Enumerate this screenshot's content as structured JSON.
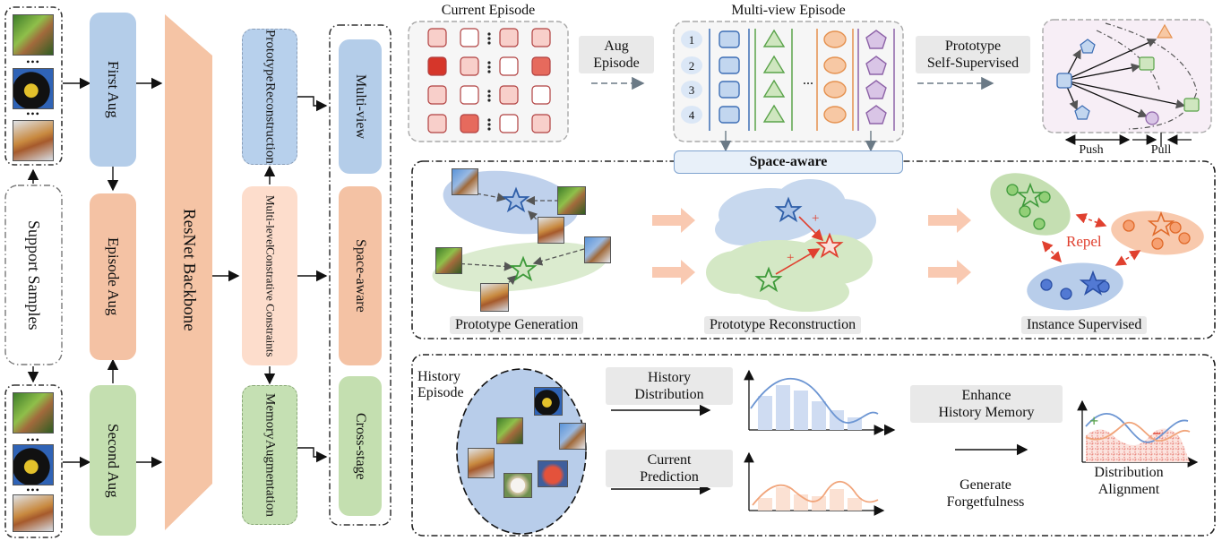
{
  "left": {
    "support_samples": "Support Samples",
    "first_aug": "First  Aug",
    "episode_aug": "Episode Aug",
    "second_aug": "Second  Aug",
    "backbone": "ResNet   Backbone",
    "prototype_reconstruction": [
      "Prototype",
      "Reconstruction"
    ],
    "multilevel": [
      "Multi-level",
      "Constrative Constraints"
    ],
    "memory_augmentation": [
      "Memory",
      "Augmentation"
    ],
    "stages": [
      "Multi-view",
      "Space-aware",
      "Cross-stage"
    ],
    "dots": "•••"
  },
  "top": {
    "current_episode": "Current Episode",
    "aug_episode": [
      "Aug",
      "Episode"
    ],
    "multiview_episode": "Multi-view Episode",
    "row_numbers": [
      "1",
      "2",
      "3",
      "4"
    ],
    "ellipsis": "...",
    "prototype_ss": [
      "Prototype",
      "Self-Supervised"
    ],
    "push": "Push",
    "pull": "Pull",
    "space_aware": "Space-aware"
  },
  "middle": {
    "prototype_generation": "Prototype Generation",
    "prototype_reconstruction": "Prototype Reconstruction",
    "instance_supervised": "Instance Supervised",
    "repel": "Repel",
    "plus": "+"
  },
  "bottom": {
    "history_episode": [
      "History",
      "Episode"
    ],
    "history_distribution": [
      "History",
      "Distribution"
    ],
    "current_prediction": [
      "Current",
      "Prediction"
    ],
    "enhance_history_memory": [
      "Enhance",
      "History Memory"
    ],
    "generate_forgetfulness": [
      "Generate",
      "Forgetfulness"
    ],
    "distribution_alignment": [
      "Distribution",
      "Alignment"
    ],
    "plus": "+",
    "minus": "−"
  },
  "colors": {
    "blue_fill": "#b7cdea",
    "orange_fill": "#f4c4a8",
    "green_fill": "#c5dfb2",
    "peach_fill": "#fcdccb",
    "red_dark": "#d9372b",
    "red_mid": "#ee8577",
    "red_light": "#f8cfca"
  }
}
